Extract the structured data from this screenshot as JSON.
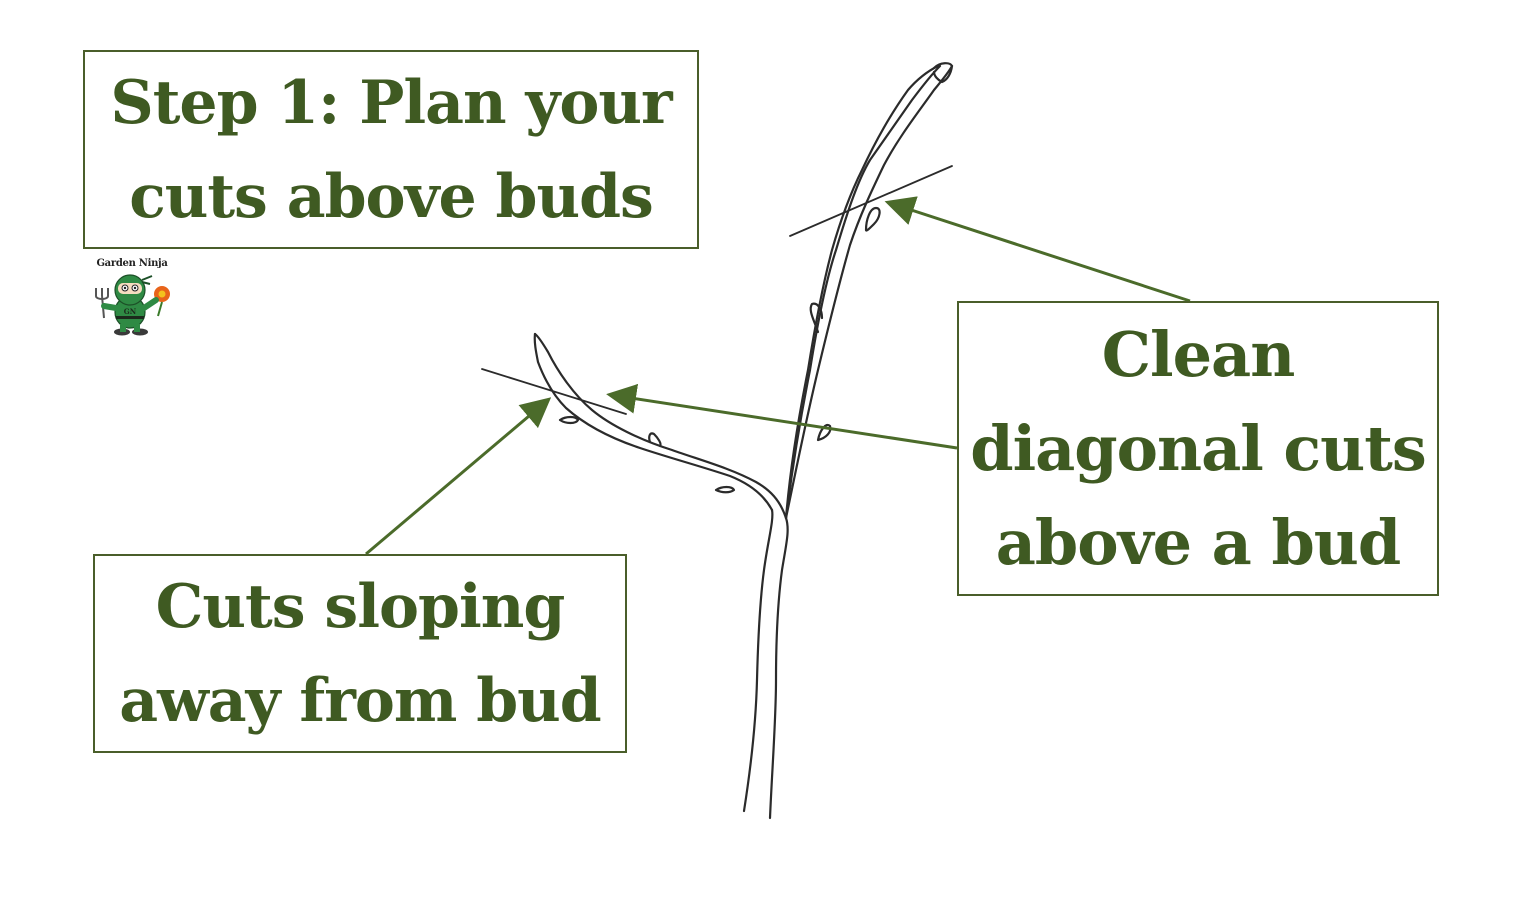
{
  "title_box": {
    "lines": [
      "Step 1: Plan your",
      "cuts above buds"
    ]
  },
  "callouts": {
    "clean_cuts": {
      "lines": [
        "Clean",
        "diagonal cuts",
        "above a bud"
      ]
    },
    "sloping_cuts": {
      "lines": [
        "Cuts sloping",
        "away from bud"
      ]
    }
  },
  "logo": {
    "brand_name": "Garden Ninja",
    "badge_text": "GN"
  },
  "colors": {
    "accent_green": "#3f5a22",
    "border_green": "#4a5e2a",
    "arrow_green": "#4b6b2a",
    "sketch_ink": "#2b2b2b",
    "background": "#ffffff"
  }
}
